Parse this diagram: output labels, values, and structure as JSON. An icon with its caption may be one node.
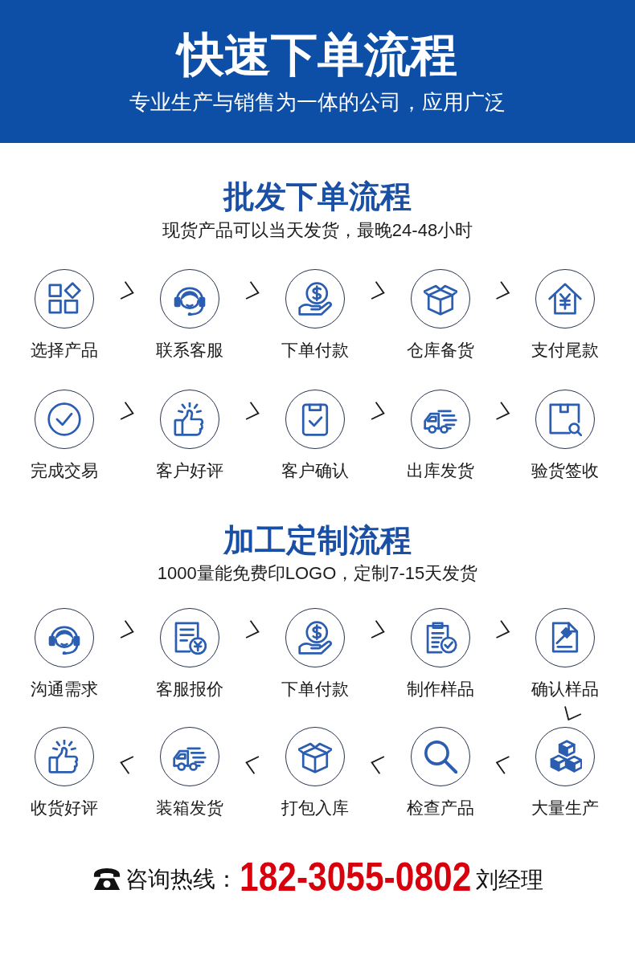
{
  "diagram": {
    "title": "快速下单流程",
    "nodes": [
      {
        "text": [
          "选择产品"
        ]
      },
      {
        "text": [
          "联系客服"
        ]
      },
      {
        "text": [
          "下单付款"
        ]
      },
      {
        "text": [
          "仓库备货"
        ]
      },
      {
        "text": [
          "支付尾款"
        ]
      },
      {
        "text": [
          "完成交易"
        ]
      },
      {
        "text": [
          "客户好评"
        ]
      },
      {
        "text": [
          "客户确认"
        ]
      },
      {
        "text": [
          "出库发货"
        ]
      },
      {
        "text": [
          "验货签收"
        ]
      },
      {
        "text": [
          "沟通需求"
        ]
      },
      {
        "text": [
          "客服报价"
        ]
      },
      {
        "text": [
          "下单付款"
        ]
      },
      {
        "text": [
          "制作样品"
        ]
      },
      {
        "text": [
          "确认样品"
        ]
      },
      {
        "text": [
          "收货好评"
        ]
      },
      {
        "text": [
          "装箱发货"
        ]
      },
      {
        "text": [
          "打包入库"
        ]
      },
      {
        "text": [
          "检查产品"
        ]
      },
      {
        "text": [
          "大量生产"
        ]
      }
    ],
    "edges": [
      {
        "from": 0,
        "to": 1,
        "arrow": "to"
      },
      {
        "from": 1,
        "to": 2,
        "arrow": "to"
      },
      {
        "from": 2,
        "to": 3,
        "arrow": "to"
      },
      {
        "from": 3,
        "to": 4,
        "arrow": "to"
      },
      {
        "from": 5,
        "to": 6,
        "arrow": "to"
      },
      {
        "from": 6,
        "to": 7,
        "arrow": "to"
      },
      {
        "from": 7,
        "to": 8,
        "arrow": "to"
      },
      {
        "from": 8,
        "to": 9,
        "arrow": "to"
      },
      {
        "from": 10,
        "to": 11,
        "arrow": "to"
      },
      {
        "from": 11,
        "to": 12,
        "arrow": "to"
      },
      {
        "from": 12,
        "to": 13,
        "arrow": "to"
      },
      {
        "from": 13,
        "to": 14,
        "arrow": "to"
      },
      {
        "from": 14,
        "to": 19,
        "arrow": "to"
      },
      {
        "from": 19,
        "to": 18,
        "arrow": "to"
      },
      {
        "from": 18,
        "to": 17,
        "arrow": "to"
      },
      {
        "from": 17,
        "to": 16,
        "arrow": "to"
      },
      {
        "from": 16,
        "to": 15,
        "arrow": "to"
      }
    ],
    "labels": [
      "专业生产与销售为一体的公司，应用广泛",
      "批发下单流程",
      "现货产品可以当天发货，最晚24-48小时",
      "加工定制流程",
      "1000量能免费印LOGO，定制7-15天发货",
      "咨询热线：",
      "182-3055-0802",
      "刘经理"
    ]
  }
}
